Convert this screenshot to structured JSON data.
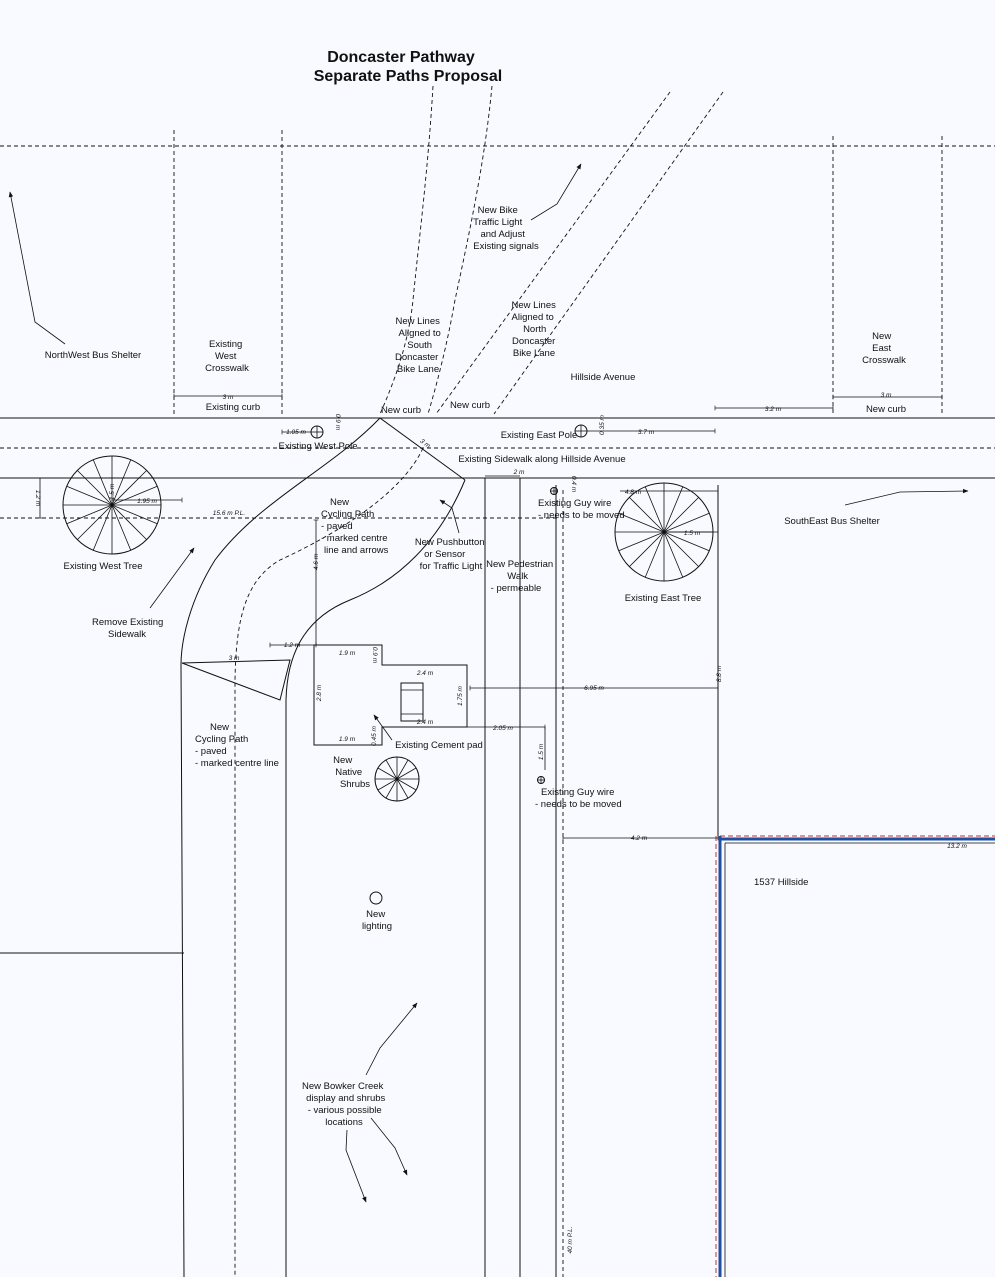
{
  "title": {
    "line1": "Doncaster Pathway",
    "line2": "Separate Paths Proposal"
  },
  "labels": {
    "northwest_bus_shelter": "NorthWest Bus Shelter",
    "west_crosswalk": [
      "Existing",
      "West",
      "Crosswalk"
    ],
    "existing_curb": "Existing curb",
    "new_lines_south": [
      "New Lines",
      "Aligned to",
      "South",
      "Doncaster",
      "Bike Lane"
    ],
    "new_bike_light": [
      "New Bike",
      "Traffic Light",
      "and Adjust",
      "Existing signals"
    ],
    "new_lines_north": [
      "New Lines",
      "Aligned to",
      "North",
      "Doncaster",
      "Bike Lane"
    ],
    "hillside_avenue": "Hillside Avenue",
    "east_crosswalk": [
      "New",
      "East",
      "Crosswalk"
    ],
    "new_curb_1": "New curb",
    "new_curb_2": "New curb",
    "new_curb_east": "New curb",
    "existing_west_pole": "Existing West Pole",
    "existing_east_pole": "Existing East Pole",
    "existing_sidewalk": "Existing Sidewalk along Hillside Avenue",
    "existing_west_tree": "Existing West Tree",
    "new_cycling_path_upper": [
      "New",
      "Cycling Path",
      "- paved",
      "- marked centre",
      "line and arrows"
    ],
    "new_pushbutton": [
      "New Pushbutton",
      "or Sensor",
      "for Traffic Light"
    ],
    "existing_guy_wire_upper": [
      "Existing Guy wire",
      "- needs to be moved"
    ],
    "southeast_bus_shelter": "SouthEast Bus Shelter",
    "existing_east_tree": "Existing East Tree",
    "new_pedestrian_walk": [
      "New Pedestrian",
      "Walk",
      "- permeable"
    ],
    "remove_sidewalk": [
      "Remove Existing",
      "Sidewalk"
    ],
    "new_cycling_path_lower": [
      "New",
      "Cycling Path",
      "- paved",
      "- marked centre line"
    ],
    "existing_cement_pad": "Existing Cement pad",
    "new_native_shrubs": [
      "New",
      "Native",
      "Shrubs"
    ],
    "existing_guy_wire_lower": [
      "Existing Guy wire",
      "- needs to be moved"
    ],
    "address": "1537 Hillside",
    "new_lighting": [
      "New",
      "lighting"
    ],
    "bowker_creek": [
      "New Bowker Creek",
      "display and shrubs",
      "- various possible",
      "locations"
    ]
  },
  "dimensions": {
    "crosswalk_west": "3 m",
    "crosswalk_east": "3 m",
    "east_3_2": "3.2 m",
    "west_pole_offset": "1.05 m",
    "west_pole_vertical": "0.9 m",
    "east_pole_offset": "3.7 m",
    "east_pole_vertical": "0.35 m",
    "diag_3m": "3 m",
    "walk_2m": "2 m",
    "guy_vertical_top": "0.4 m",
    "west_tree_1_2": "1.2 m",
    "west_tree_1_95": "1.95 m",
    "west_tree_vertical": "1.5 m",
    "pl_15_6": "15.6 m P.L.",
    "east_tree_4_8": "4.8 m",
    "east_tree_1_5": "1.5 m",
    "path_4_6": "4.6 m",
    "path_1_2": "1.2 m",
    "lower_path_3m": "3 m",
    "pad_top_1_9": "1.9 m",
    "pad_0_9": "0.9 m",
    "pad_2_4_top": "2.4 m",
    "pad_2_8": "2.8 m",
    "pad_1_75": "1.75 m",
    "pad_2_4_bottom": "2.4 m",
    "pad_bottom_1_9": "1.9 m",
    "pad_0_45": "0.45 m",
    "pad_2_05": "2.05 m",
    "pad_6_95": "6.95 m",
    "guy_1_5": "1.5 m",
    "east_8_8": "8.8 m",
    "east_4_2": "4.2 m",
    "prop_13_2": "13.2 m",
    "pl_40": "40 m P.L."
  },
  "colors": {
    "background": "#f8faff",
    "ink": "#111111",
    "property_blue": "#1f4fa0",
    "property_red": "#c03030"
  }
}
